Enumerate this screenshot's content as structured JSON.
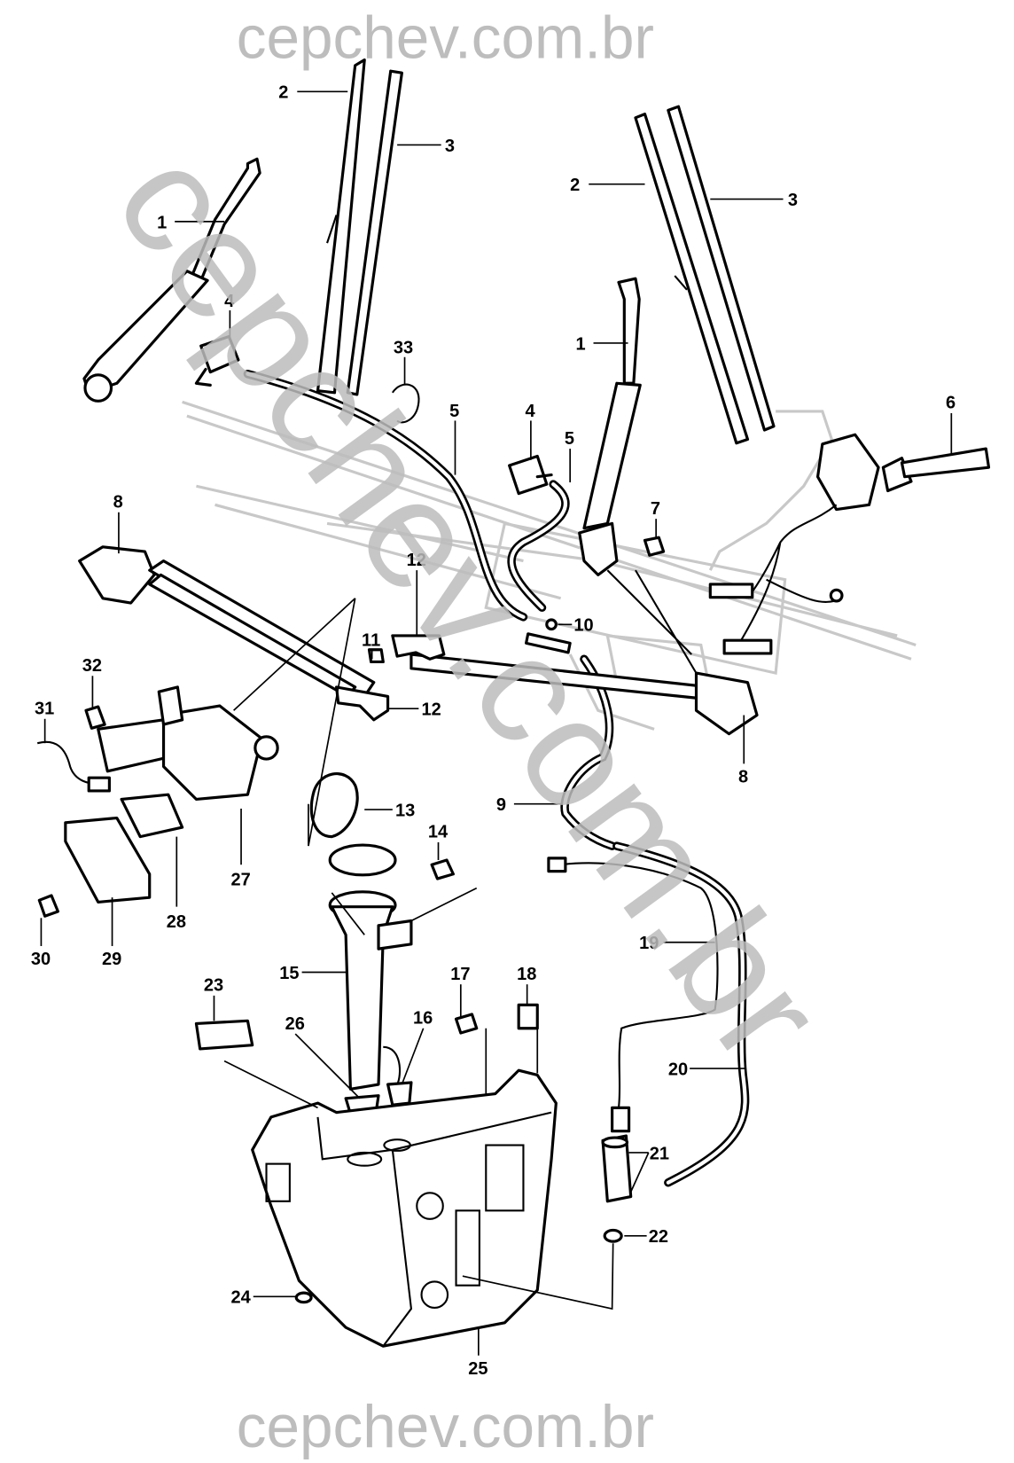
{
  "watermark": {
    "top": "cepchev.com.br",
    "bottom": "cepchev.com.br",
    "diagonal": "cepchev.com.br"
  },
  "labels": {
    "wiper_blade_left": "2",
    "wiper_refill_left": "3",
    "wiper_arm_left": "1",
    "nozzle_left": "4",
    "clip_33": "33",
    "wiper_blade_right": "2",
    "wiper_refill_right": "3",
    "wiper_arm_right": "1",
    "hose_5_left": "5",
    "nozzle_right": "4",
    "hose_5_right": "5",
    "switch_6": "6",
    "nut_7": "7",
    "linkage_8_left": "8",
    "bracket_12_top": "12",
    "connector_10": "10",
    "nut_11": "11",
    "screw_32": "32",
    "harness_31": "31",
    "bracket_12_bottom": "12",
    "linkage_8_right": "8",
    "hose_9": "9",
    "cap_13": "13",
    "screw_14": "14",
    "motor_27": "27",
    "gasket_28": "28",
    "screw_30": "30",
    "cover_29": "29",
    "harness_19": "19",
    "filler_neck_15": "15",
    "screw_17": "17",
    "clip_18": "18",
    "pad_23": "23",
    "grommet_26": "26",
    "grommet_16": "16",
    "hose_20": "20",
    "pump_21": "21",
    "seal_22": "22",
    "plug_24": "24",
    "reservoir_25": "25"
  }
}
